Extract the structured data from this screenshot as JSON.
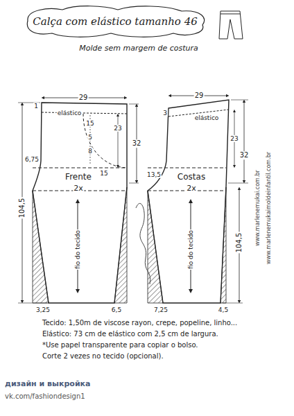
{
  "diagram": {
    "title": "Calça com elástico tamanho 46",
    "labels": [
      "Molde sem margem de costura",
      "29",
      "1",
      "elástico",
      "23",
      "32",
      "15",
      "5",
      "8",
      "15",
      "6,75",
      "104,5",
      "Frente",
      "2x",
      "fio do tecido",
      "3,25",
      "6,5",
      "29",
      "3",
      "elástico",
      "23",
      "32",
      "13,5",
      "104,5",
      "Costas",
      "2x",
      "fio do tecido",
      "7,25",
      "4,5",
      "www.marlenemukai.com.br",
      "www.marlenemukaimoldeinfantil.com.br",
      "Tecido: 1,50m de viscose rayon, crepe, popeline, linho...",
      "Elástico: 73 cm de elástico com 2,5 cm de largura.",
      "*Use papel transparente para copiar o bolso.",
      "Corte 2 vezes no tecido (opcional).",
      "дизайн и выкройка",
      "vk.com/fashiondesign1"
    ]
  }
}
